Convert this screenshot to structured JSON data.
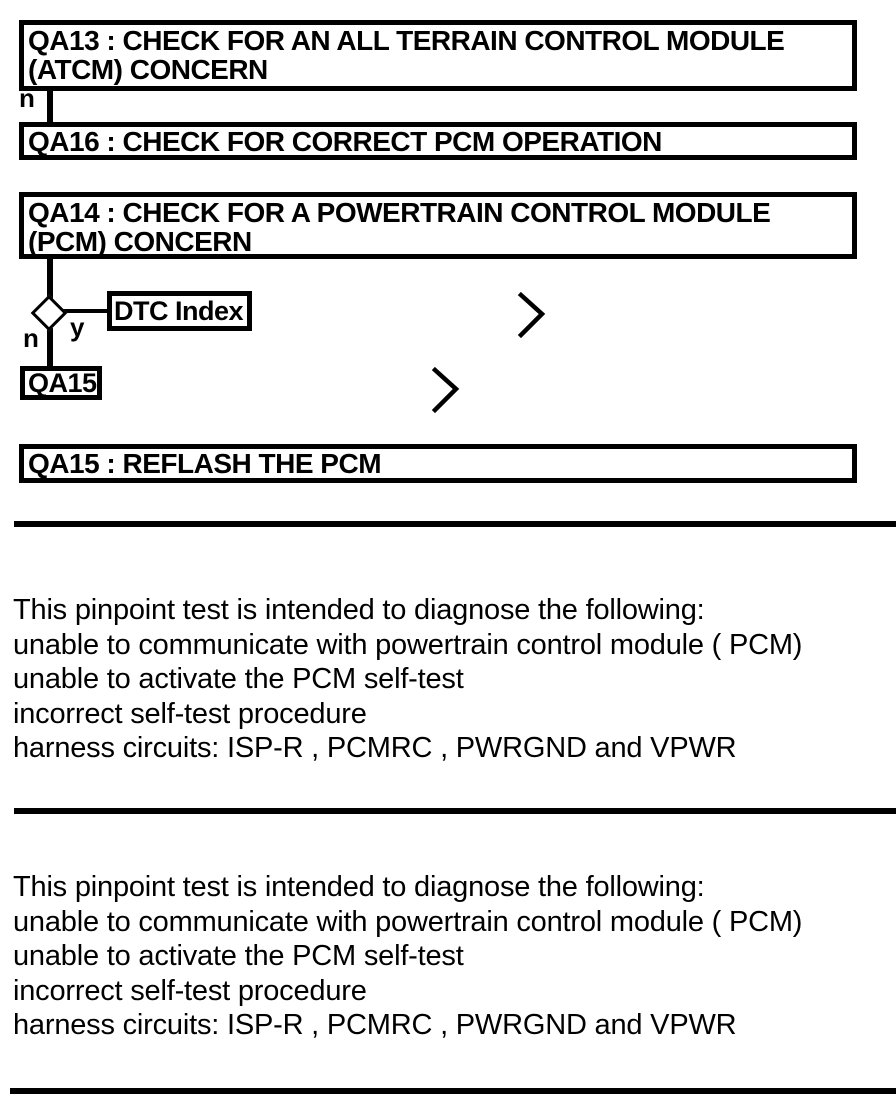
{
  "colors": {
    "ink": "#000000",
    "paper": "#ffffff"
  },
  "flowchart": {
    "qa13_box": "QA13 : CHECK FOR AN ALL TERRAIN CONTROL MODULE\n(ATCM) CONCERN",
    "qa13_no_label": "n",
    "qa16_box": "QA16 : CHECK FOR CORRECT PCM OPERATION",
    "qa14_box": "QA14 : CHECK FOR A POWERTRAIN CONTROL MODULE\n(PCM) CONCERN",
    "decision_no_label": "n",
    "decision_yes_label": "y",
    "dtc_index_link": "DTC Index",
    "qa15_node": "QA15",
    "qa15_box": "QA15 : REFLASH THE PCM"
  },
  "description_sections": [
    {
      "lines": [
        "This pinpoint test is intended to diagnose the following:",
        "unable to communicate with powertrain control module ( PCM)",
        "unable to activate the PCM self-test",
        "incorrect self-test procedure",
        "harness circuits: ISP-R , PCMRC , PWRGND and VPWR"
      ]
    },
    {
      "lines": [
        "This pinpoint test is intended to diagnose the following:",
        "unable to communicate with powertrain control module ( PCM)",
        "unable to activate the PCM self-test",
        "incorrect self-test procedure",
        "harness circuits: ISP-R , PCMRC , PWRGND and VPWR"
      ]
    }
  ]
}
